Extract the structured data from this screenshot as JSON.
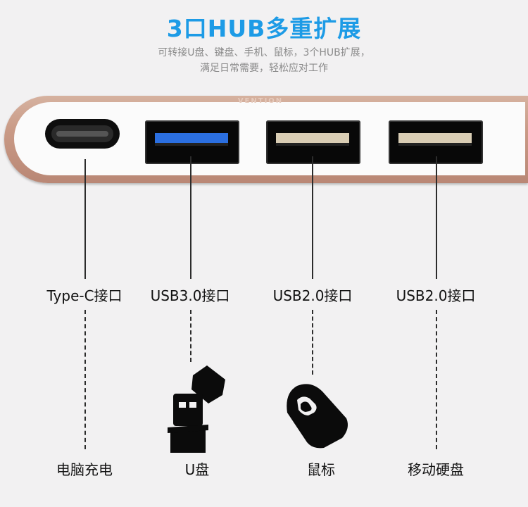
{
  "header": {
    "title": "3口HUB多重扩展",
    "subtitle_line1": "可转接U盘、键盘、手机、鼠标，3个HUB扩展，",
    "subtitle_line2": "满足日常需要，轻松应对工作"
  },
  "brand": "VENTION",
  "ports": [
    {
      "label": "Type-C接口",
      "device": "电脑充电",
      "icon": "laptop-charging"
    },
    {
      "label": "USB3.0接口",
      "device": "U盘",
      "icon": "usb-flash-drive-icon"
    },
    {
      "label": "USB2.0接口",
      "device": "鼠标",
      "icon": "mouse-icon"
    },
    {
      "label": "USB2.0接口",
      "device": "移动硬盘",
      "icon": "hard-drive"
    }
  ],
  "colors": {
    "title": "#1d9be6",
    "hub_shell": "#c99a86",
    "usb3_tab": "#2b6fe0",
    "usb2_tab": "#d9cdb4"
  }
}
